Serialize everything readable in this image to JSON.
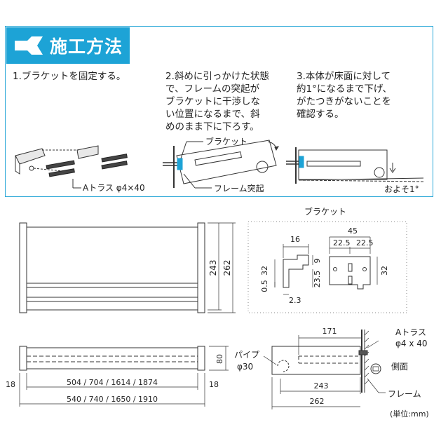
{
  "header": {
    "title": "施工方法",
    "icon": "wrench-icon"
  },
  "steps": [
    {
      "text": "1.ブラケットを固定する。"
    },
    {
      "text": "2.斜めに引っかけた状態\nで、フレームの突起が\nブラケットに干渉しな\nい位置になるまで、斜\nめのまま下に下ろす。"
    },
    {
      "text": "3.本体が床面に対して\n約1°になるまで下げ、\nがたつきがないことを\n確認する。"
    }
  ],
  "callouts": {
    "truss": "Aトラス φ4×40",
    "bracket": "ブラケット",
    "frame_tab": "フレーム突起",
    "about_angle": "およそ1°"
  },
  "bracket_detail": {
    "title": "ブラケット",
    "dims": [
      "16",
      "45",
      "22.5",
      "22.5",
      "32",
      "9",
      "23.5",
      "0.5",
      "2.3",
      "32"
    ]
  },
  "front_view": {
    "dims": [
      "243",
      "262"
    ]
  },
  "top_view": {
    "dims": [
      "18",
      "504 / 704 / 1614 / 1874",
      "18",
      "540 / 740 / 1650 / 1910",
      "80"
    ]
  },
  "side_view": {
    "dims": [
      "171",
      "243",
      "262"
    ],
    "labels": {
      "pipe": "パイプ",
      "pipe_dia": "φ30",
      "truss": "Aトラス",
      "truss_spec": "φ4 x 40",
      "side": "側面",
      "frame": "フレーム",
      "unit": "(単位:mm)"
    }
  }
}
